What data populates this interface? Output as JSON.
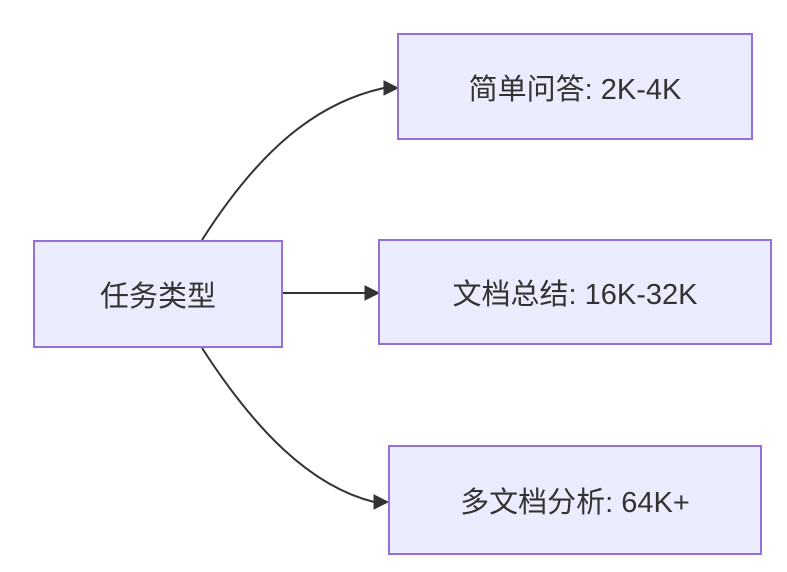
{
  "diagram": {
    "type": "flowchart",
    "direction": "left-to-right",
    "colors": {
      "background": "#ffffff",
      "node_fill": "#ECECFF",
      "node_border": "#9370DB",
      "edge": "#333333",
      "text": "#333333"
    },
    "root": {
      "label": "任务类型"
    },
    "children": [
      {
        "label": "简单问答: 2K-4K"
      },
      {
        "label": "文档总结: 16K-32K"
      },
      {
        "label": "多文档分析: 64K+"
      }
    ],
    "edges": [
      {
        "from": "任务类型",
        "to": "简单问答: 2K-4K"
      },
      {
        "from": "任务类型",
        "to": "文档总结: 16K-32K"
      },
      {
        "from": "任务类型",
        "to": "多文档分析: 64K+"
      }
    ]
  }
}
